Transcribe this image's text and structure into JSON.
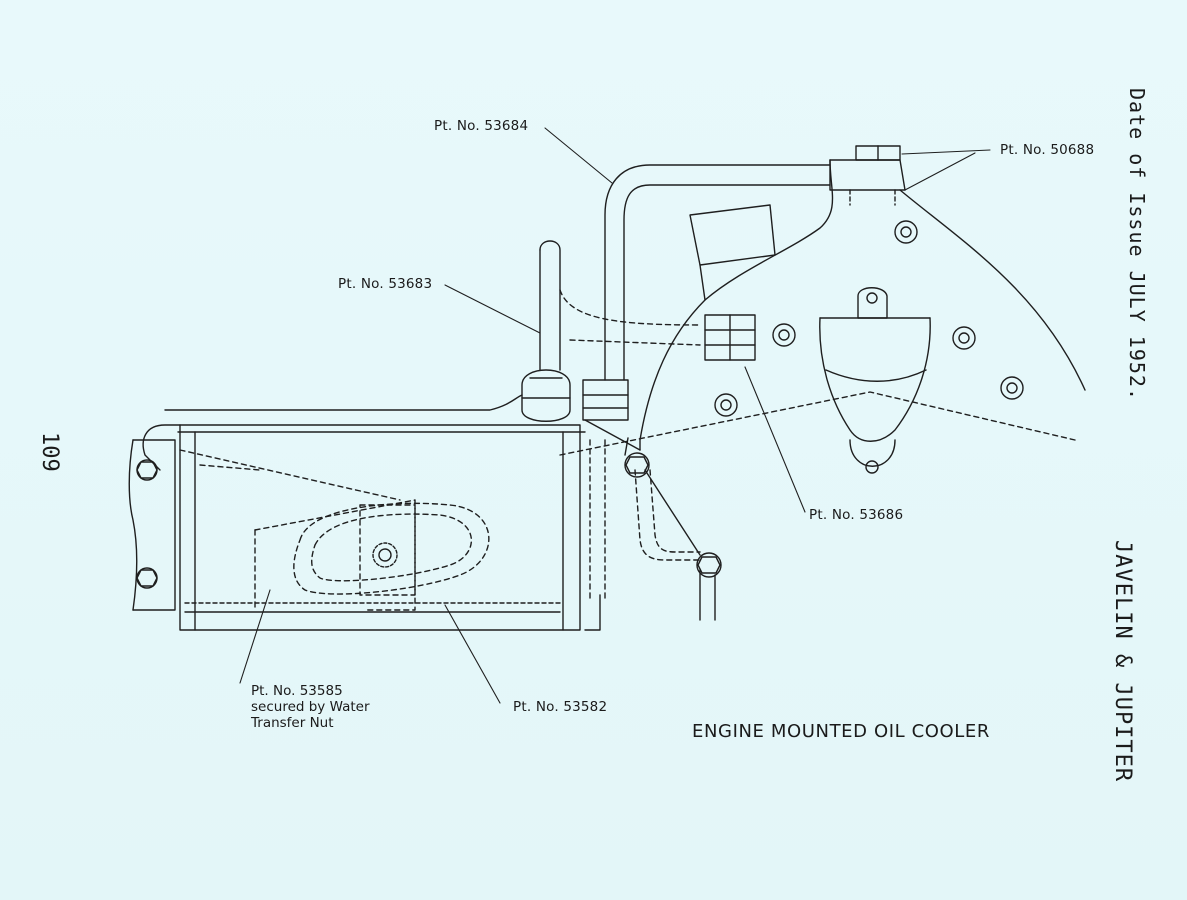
{
  "diagram": {
    "caption": "ENGINE MOUNTED OIL COOLER",
    "page_number": "109",
    "date_of_issue": "Date of Issue JULY 1952.",
    "model_header": "JAVELIN & JUPITER",
    "labels": {
      "pt_53684": "Pt. No. 53684",
      "pt_50688": "Pt. No. 50688",
      "pt_53683": "Pt. No. 53683",
      "pt_53686": "Pt. No. 53686",
      "pt_53585_line1": "Pt. No. 53585",
      "pt_53585_line2": "secured by Water",
      "pt_53585_line3": "Transfer Nut",
      "pt_53582": "Pt. No. 53582"
    }
  }
}
